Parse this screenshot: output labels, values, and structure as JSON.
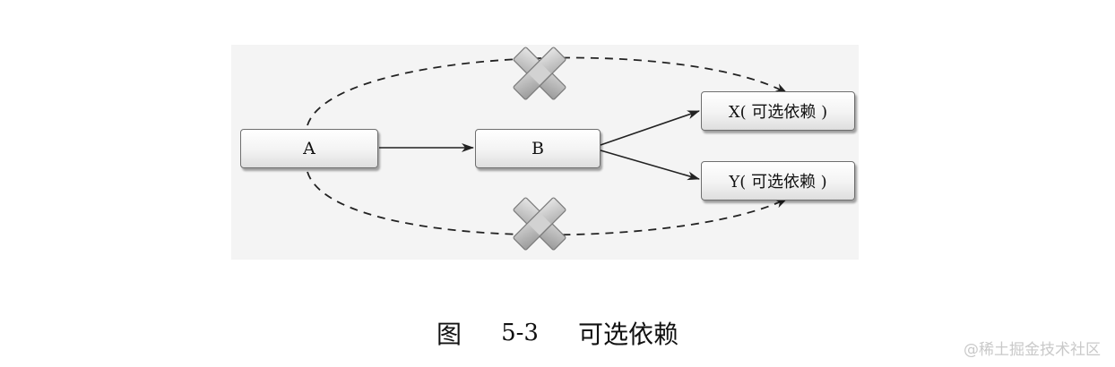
{
  "nodes": {
    "a": "A",
    "b": "B",
    "x": "X( 可选依赖 )",
    "y": "Y( 可选依赖 )"
  },
  "caption": {
    "prefix": "图",
    "number": "5-3",
    "title": "可选依赖"
  },
  "watermark": "@稀土掘金技术社区",
  "icons": {
    "blocked_top": "cross-icon",
    "blocked_bottom": "cross-icon"
  },
  "colors": {
    "panel": "#f4f4f4",
    "cross_fill": "#c8c8c8",
    "line": "#222222"
  }
}
